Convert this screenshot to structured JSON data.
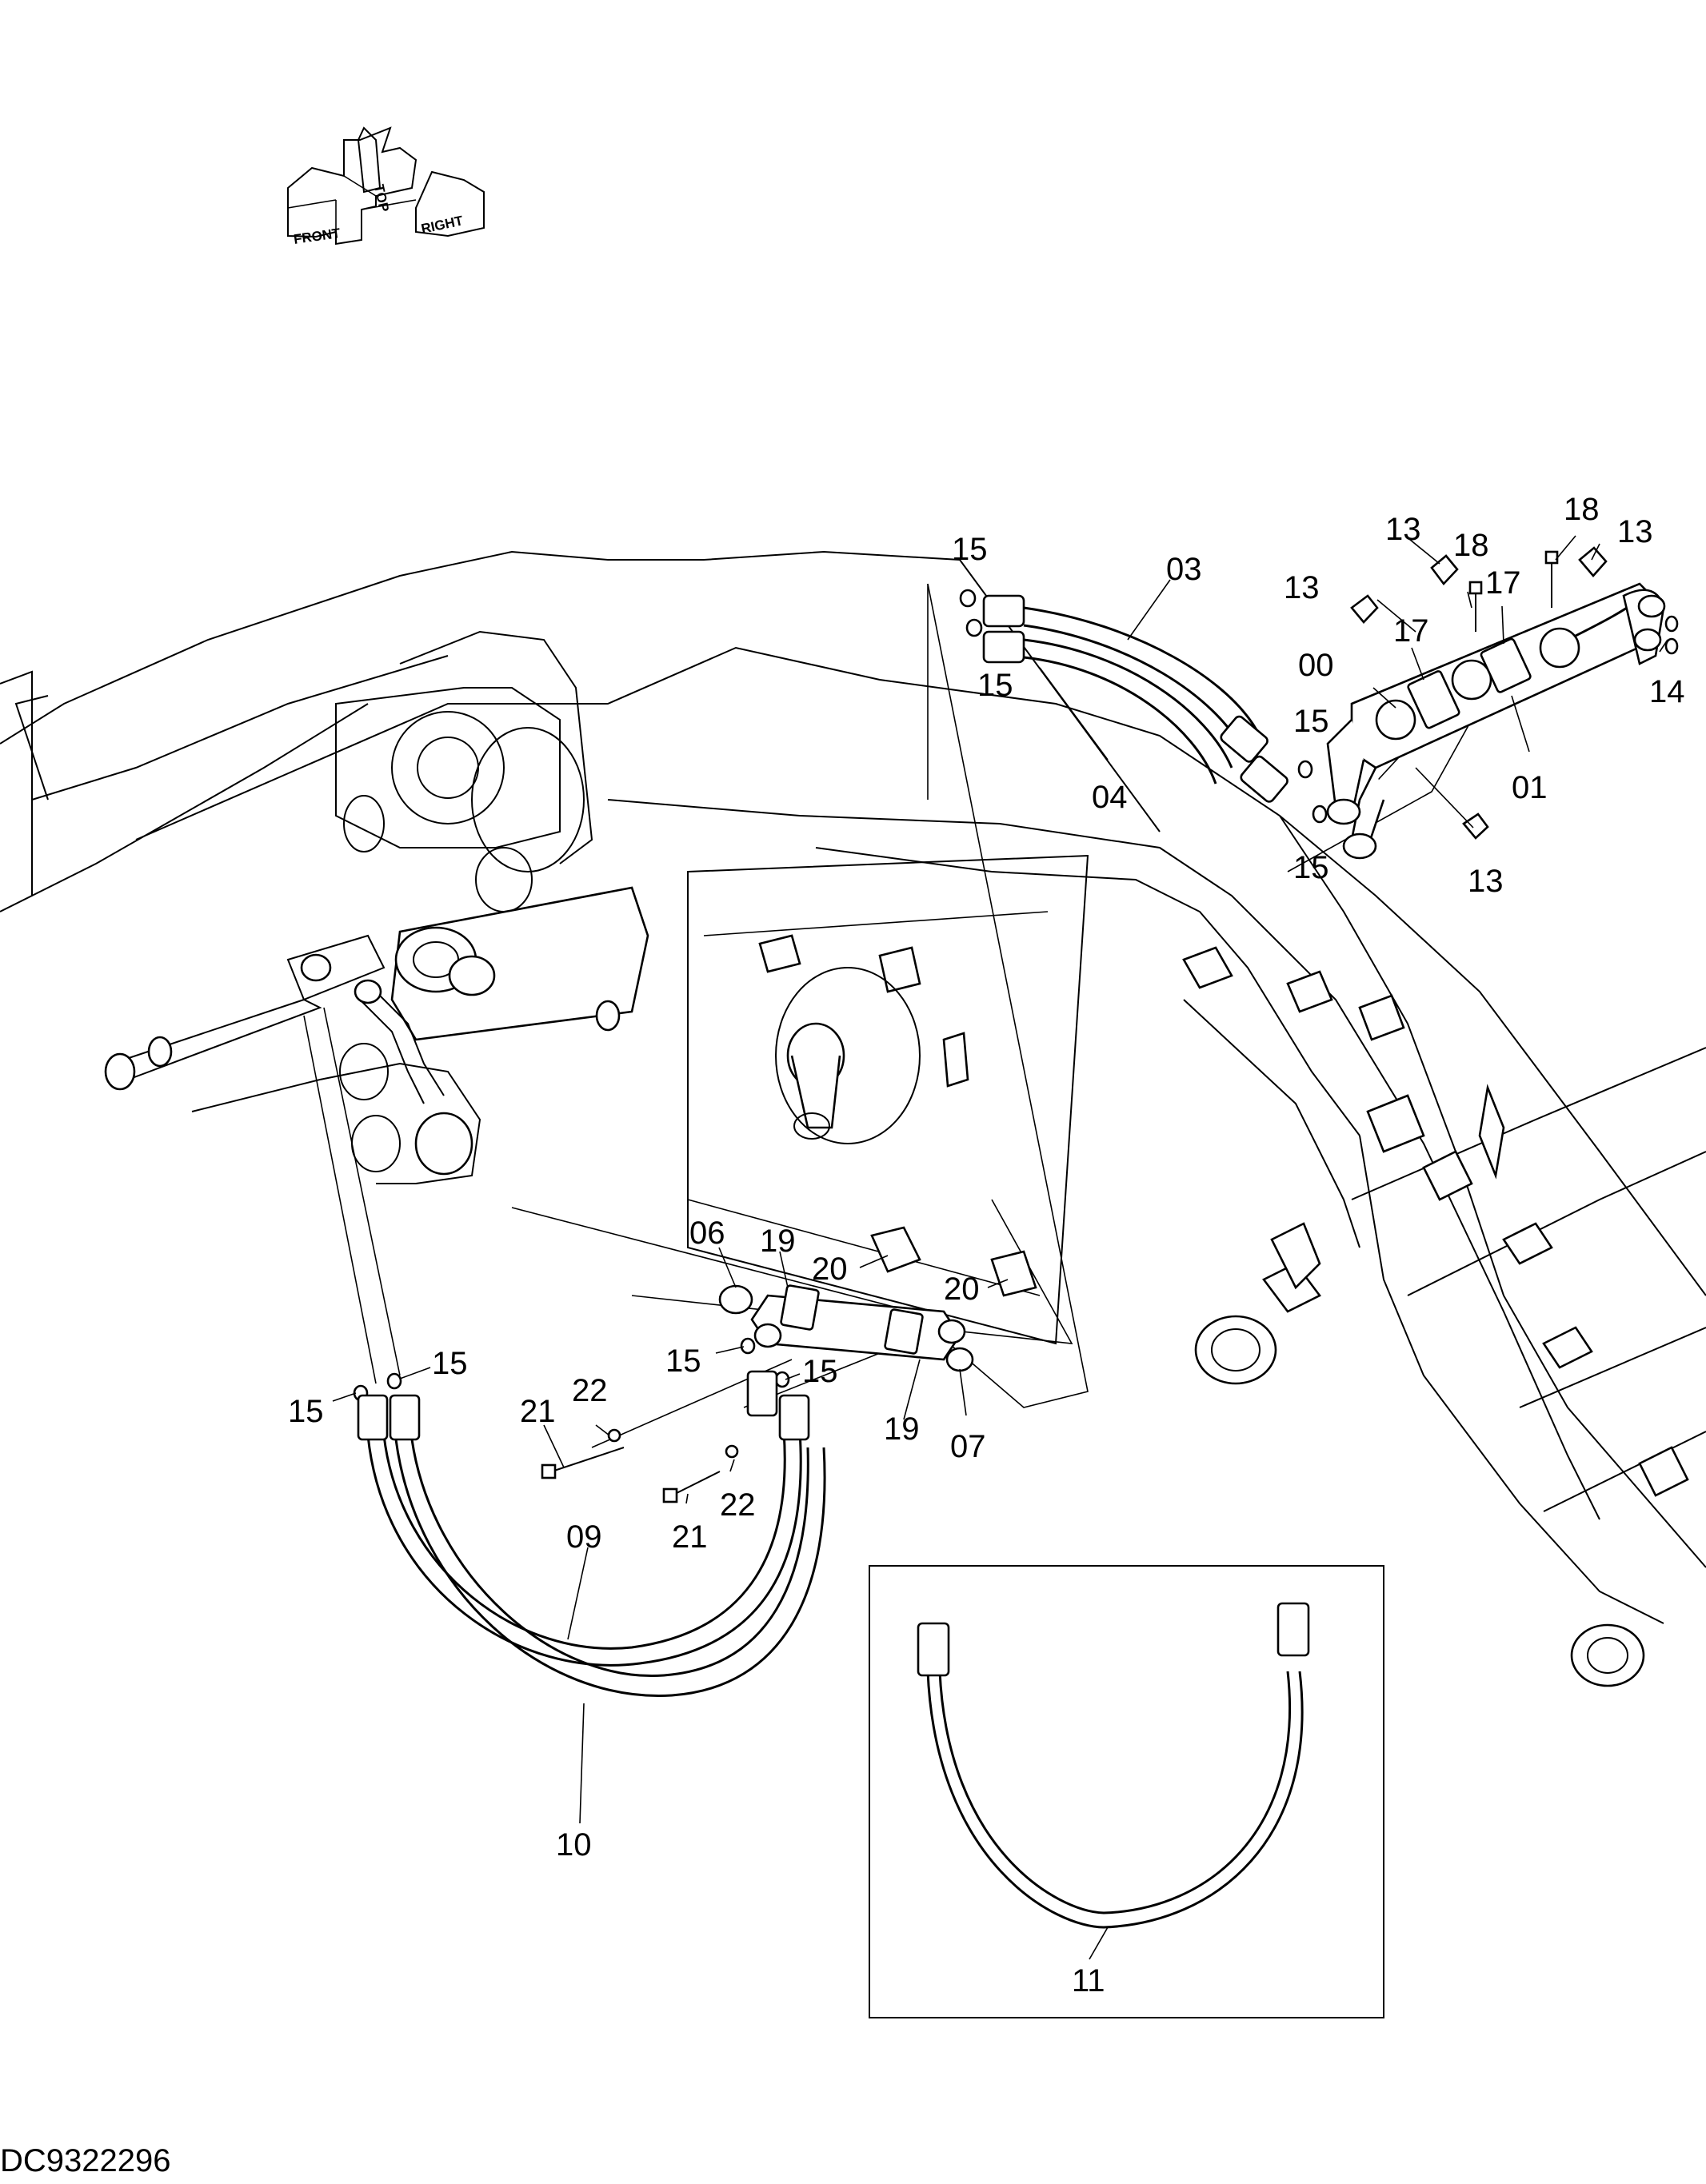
{
  "drawing": {
    "code": "DC9322296",
    "orientation": {
      "front": "FRONT",
      "top": "TOP",
      "right": "RIGHT"
    }
  },
  "callouts": [
    {
      "id": "c1",
      "text": "15"
    },
    {
      "id": "c2",
      "text": "03"
    },
    {
      "id": "c3",
      "text": "15"
    },
    {
      "id": "c4",
      "text": "04"
    },
    {
      "id": "c5",
      "text": "13"
    },
    {
      "id": "c6",
      "text": "18"
    },
    {
      "id": "c7",
      "text": "18"
    },
    {
      "id": "c8",
      "text": "13"
    },
    {
      "id": "c9",
      "text": "13"
    },
    {
      "id": "c10",
      "text": "17"
    },
    {
      "id": "c11",
      "text": "17"
    },
    {
      "id": "c12",
      "text": "00"
    },
    {
      "id": "c13",
      "text": "14"
    },
    {
      "id": "c14",
      "text": "15"
    },
    {
      "id": "c15",
      "text": "01"
    },
    {
      "id": "c16",
      "text": "15"
    },
    {
      "id": "c17",
      "text": "13"
    },
    {
      "id": "c18",
      "text": "06"
    },
    {
      "id": "c19",
      "text": "19"
    },
    {
      "id": "c20",
      "text": "20"
    },
    {
      "id": "c21",
      "text": "20"
    },
    {
      "id": "c22",
      "text": "15"
    },
    {
      "id": "c23",
      "text": "15"
    },
    {
      "id": "c24",
      "text": "15"
    },
    {
      "id": "c25",
      "text": "15"
    },
    {
      "id": "c26",
      "text": "22"
    },
    {
      "id": "c27",
      "text": "21"
    },
    {
      "id": "c28",
      "text": "19"
    },
    {
      "id": "c29",
      "text": "07"
    },
    {
      "id": "c30",
      "text": "09"
    },
    {
      "id": "c31",
      "text": "22"
    },
    {
      "id": "c32",
      "text": "21"
    },
    {
      "id": "c33",
      "text": "10"
    },
    {
      "id": "c34",
      "text": "11"
    }
  ]
}
